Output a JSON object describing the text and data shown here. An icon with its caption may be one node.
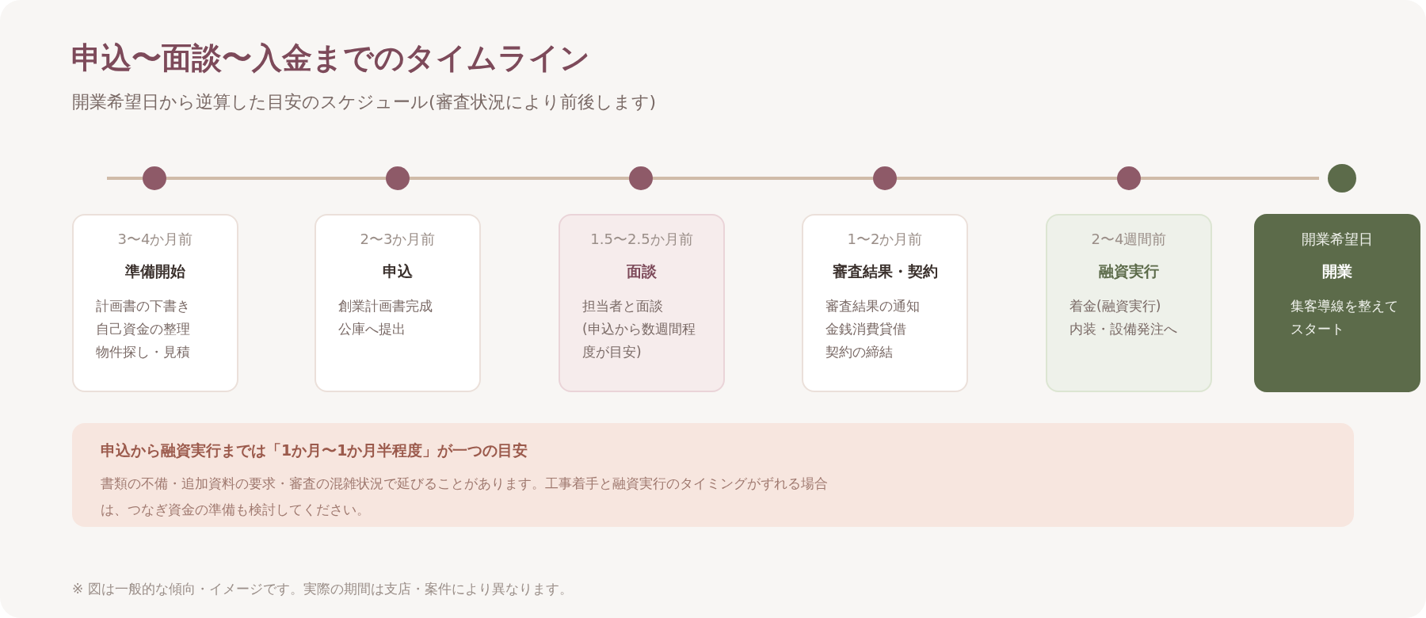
{
  "diagram": {
    "title": "申込〜面談〜入金までのタイムライン",
    "labels": [
      "開業希望日から逆算した目安のスケジュール(審査状況により前後します)"
    ],
    "caption": "※ 図は一般的な傾向・イメージです。実際の期間は支店・案件により異なります。",
    "nodes": [
      {
        "text": [
          "3〜4か月前",
          "準備開始",
          "計画書の下書き",
          "自己資金の整理",
          "物件探し・見積"
        ]
      },
      {
        "text": [
          "2〜3か月前",
          "申込",
          "創業計画書完成",
          "公庫へ提出"
        ]
      },
      {
        "text": [
          "1.5〜2.5か月前",
          "面談",
          "担当者と面談",
          "(申込から数週間程度が目安)"
        ]
      },
      {
        "text": [
          "1〜2か月前",
          "審査結果・契約",
          "審査結果の通知",
          "金銭消費貸借",
          "契約の締結"
        ]
      },
      {
        "text": [
          "2〜4週間前",
          "融資実行",
          "着金(融資実行)",
          "内装・設備発注へ"
        ]
      },
      {
        "text": [
          "開業希望日",
          "開業",
          "集客導線を整えてスタート"
        ]
      },
      {
        "text": [
          "申込から融資実行までは「1か月〜1か月半程度」が一つの目安",
          "書類の不備・追加資料の要求・審査の混雑状況で延びることがあります。工事着手と融資実行のタイミングがずれる場合は、つなぎ資金の準備も検討してください。"
        ]
      }
    ]
  }
}
